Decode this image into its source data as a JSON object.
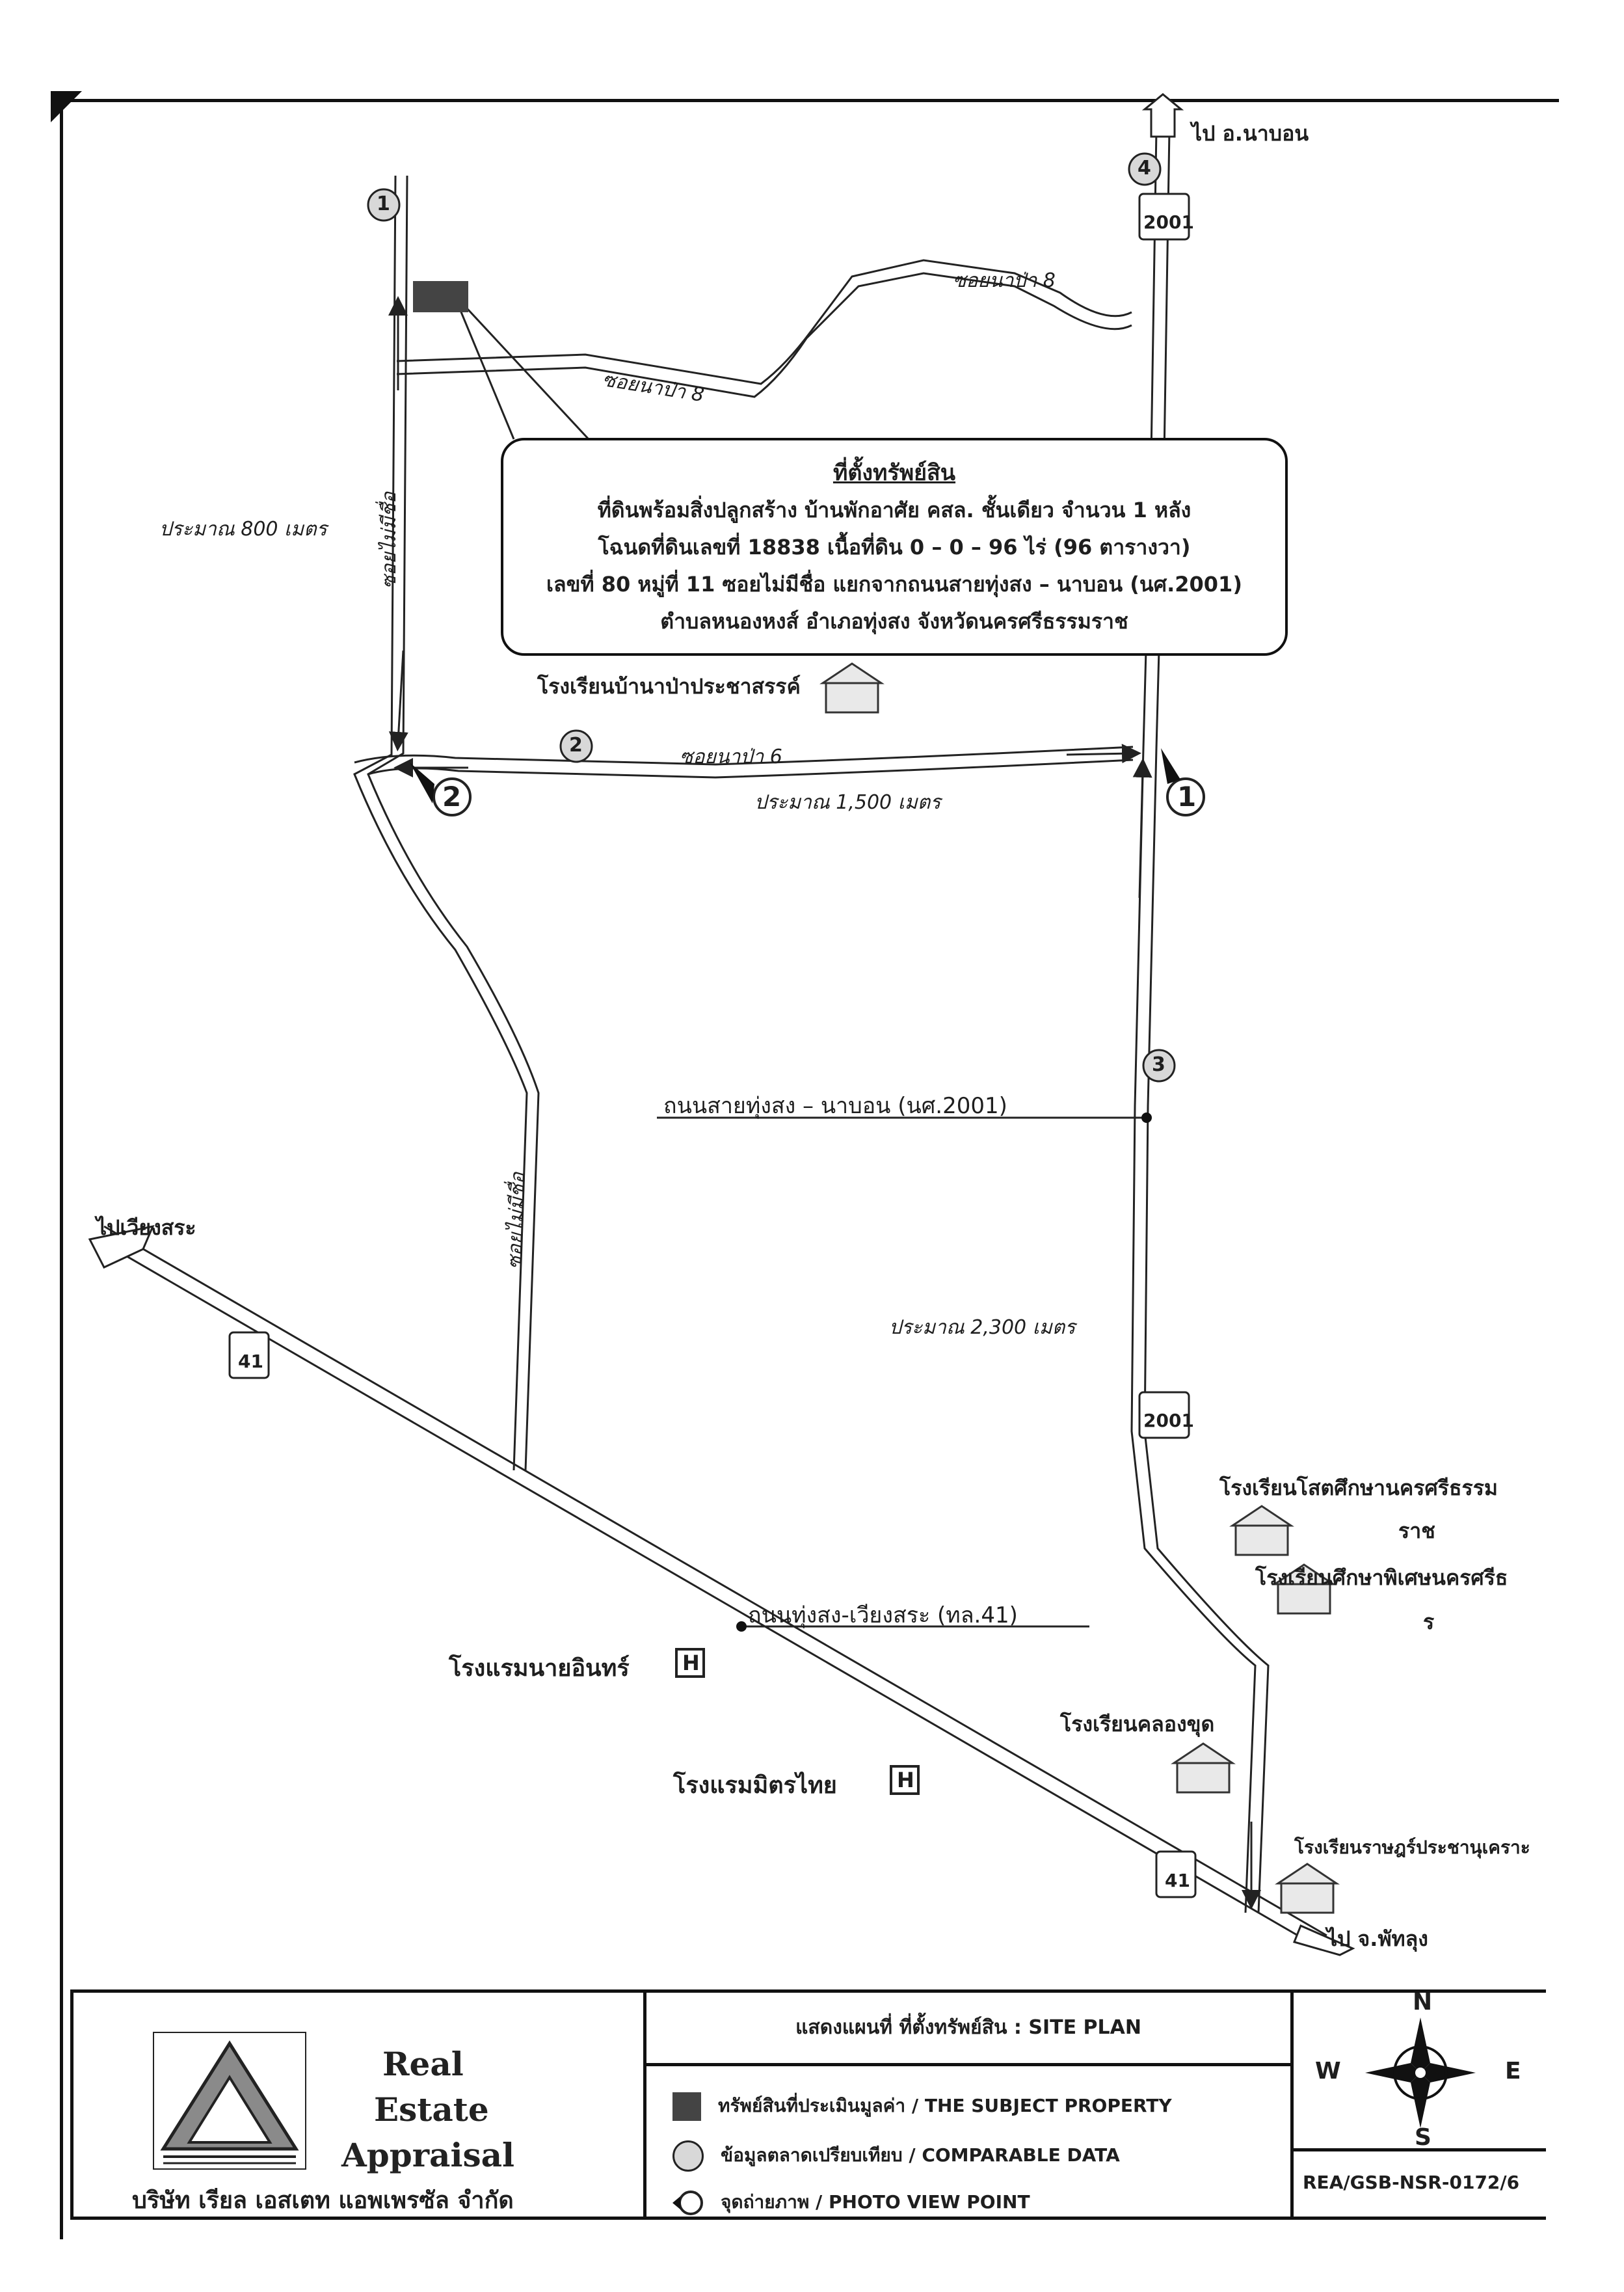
{
  "labels": {
    "to_na_bon": "ไป อ.นาบอน",
    "soi_na_pa_8_a": "ซอยนาป่า 8",
    "soi_na_pa_8_b": "ซอยนาป่า 8",
    "soi_mai_mi_chue_1": "ซอยไม่มีชื่อ",
    "soi_mai_mi_chue_2": "ซอยไม่มีชื่อ",
    "approx_800": "ประมาณ 800 เมตร",
    "school_ban_na_pa": "โรงเรียนบ้านาป่าประชาสรรค์",
    "soi_na_pa_6": "ซอยนาป่า 6",
    "approx_1500": "ประมาณ 1,500 เมตร",
    "road_thung_song_na_bon": "ถนนสายทุ่งสง – นาบอน (นศ.2001)",
    "to_wiang_sa": "ไปเวียงสระ",
    "approx_2300": "ประมาณ 2,300 เมตร",
    "school_sot_suksa_1": "โรงเรียนโสตศึกษานครศรีธรรม",
    "school_sot_suksa_2": "ราช",
    "school_suksa_phiset_1": "โรงเรียนศึกษาพิเศษนครศรีธ",
    "school_suksa_phiset_2": "ร",
    "road_thung_song_wiang_sa": "ถนนทุ่งสง-เวียงสระ (ทล.41)",
    "hotel_nai_in": "โรงแรมนายอินทร์",
    "school_khlong_chut": "โรงเรียนคลองขุด",
    "hotel_mit_thai": "โรงแรมมิตรไทย",
    "school_rat_pracha": "โรงเรียนราษฎร์ประชานุเคราะ",
    "to_phatthalung": "ไป จ.พัทลุง"
  },
  "route_shields": {
    "r2001_top": "2001",
    "r2001_mid": "2001",
    "r41_left": "41",
    "r41_right": "41"
  },
  "markers": {
    "comp_1": "1",
    "comp_2": "2",
    "comp_3": "3",
    "comp_4": "4",
    "view_1": "1",
    "view_2": "2"
  },
  "hotel_symbol": "H",
  "callout": {
    "title": "ที่ตั้งทรัพย์สิน",
    "line1": "ที่ดินพร้อมสิ่งปลูกสร้าง บ้านพักอาศัย คสล. ชั้นเดียว จำนวน 1 หลัง",
    "line2": "โฉนดที่ดินเลขที่ 18838 เนื้อที่ดิน 0 – 0 – 96 ไร่ (96 ตารางวา)",
    "line3": "เลขที่ 80 หมู่ที่ 11 ซอยไม่มีชื่อ แยกจากถนนสายทุ่งสง – นาบอน (นศ.2001)",
    "line4": "ตำบลหนองหงส์ อำเภอทุ่งสง จังหวัดนครศรีธรรมราช"
  },
  "logo": {
    "word1": "Real",
    "word2": "Estate",
    "word3": "Appraisal",
    "company": "บริษัท เรียล เอสเตท แอพเพรซัล จำกัด"
  },
  "legend": {
    "title": "แสดงแผนที่ ที่ตั้งทรัพย์สิน : SITE PLAN",
    "subject": "ทรัพย์สินที่ประเมินมูลค่า / THE SUBJECT PROPERTY",
    "comparable": "ข้อมูลตลาดเปรียบเทียบ / COMPARABLE DATA",
    "photo": "จุดถ่ายภาพ / PHOTO VIEW POINT"
  },
  "compass": {
    "n": "N",
    "s": "S",
    "e": "E",
    "w": "W"
  },
  "reference": "REA/GSB-NSR-0172/6",
  "colors": {
    "ink": "#1e1e1e",
    "subject": "#444444",
    "comparable_fill": "#d8d8d8",
    "logo_gray": "#8a8a8a"
  }
}
